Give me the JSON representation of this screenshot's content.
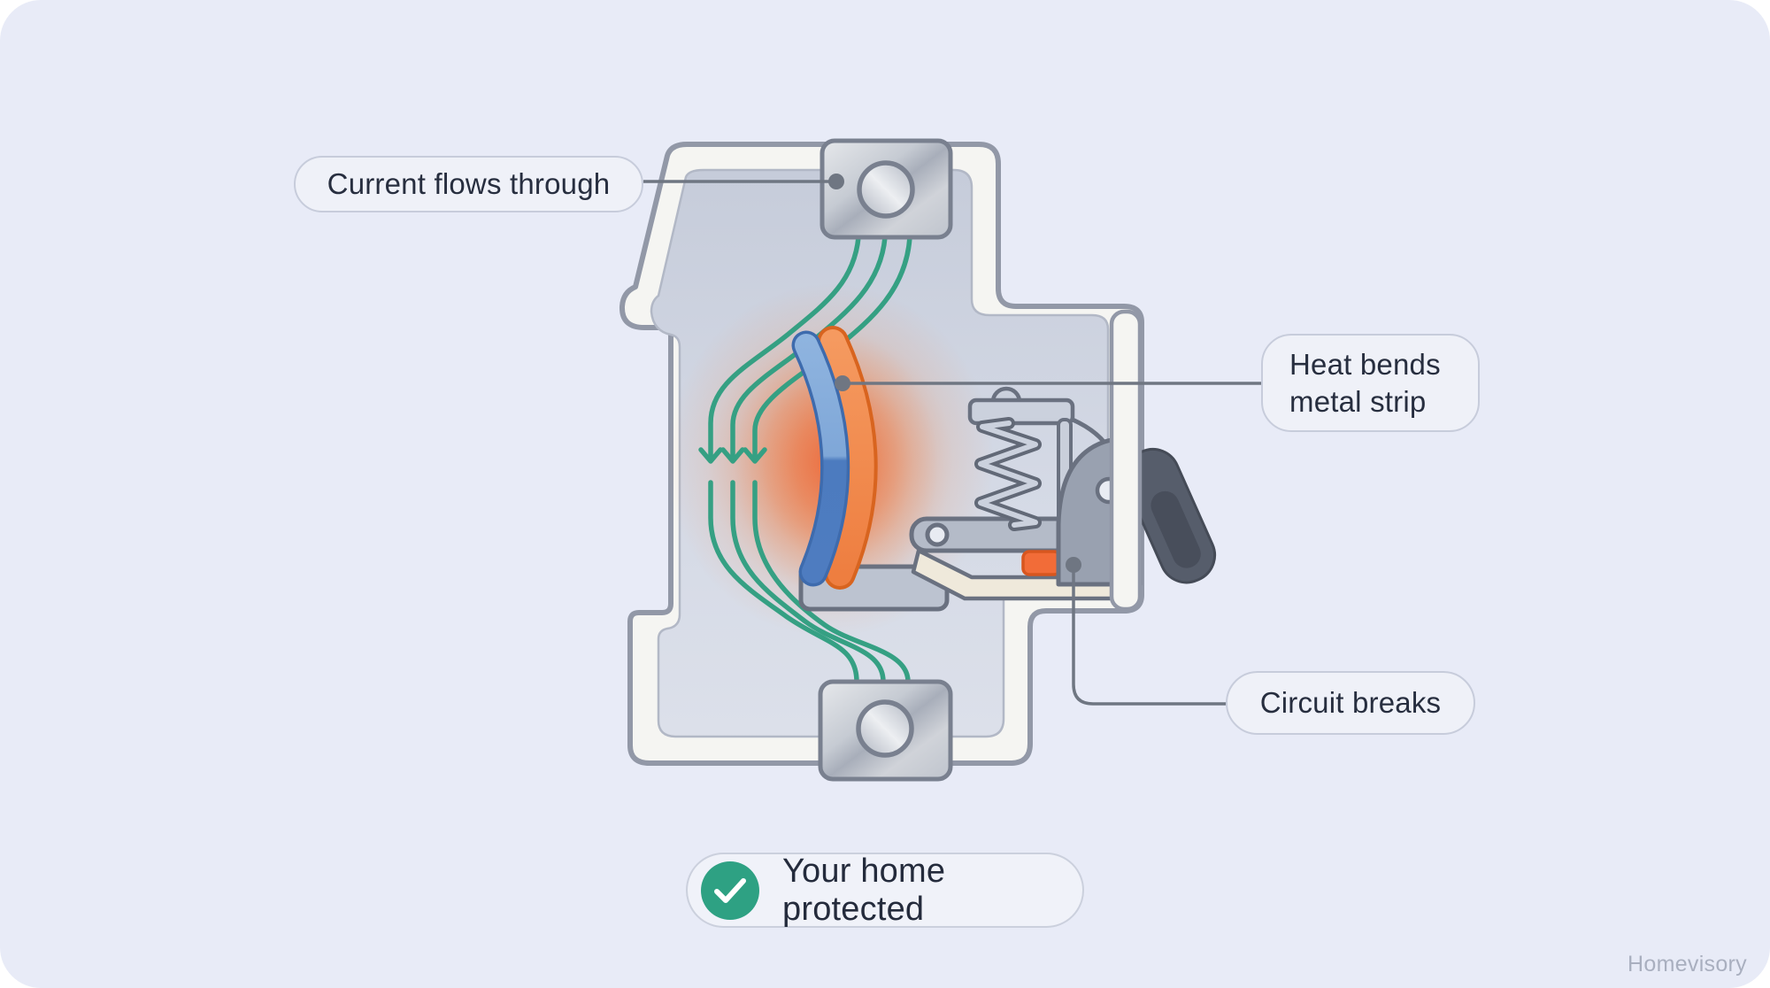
{
  "page": {
    "watermark": "Homevisory"
  },
  "diagram": {
    "type": "circuit-breaker-cutaway-illustration",
    "callouts": [
      {
        "id": "current",
        "label": "Current flows through",
        "points_to": "top-terminal"
      },
      {
        "id": "heat",
        "label": "Heat bends metal strip",
        "points_to": "bimetal-strip"
      },
      {
        "id": "break",
        "label": "Circuit breaks",
        "points_to": "contact-point"
      }
    ],
    "status_badge": {
      "icon": "checkmark",
      "label": "Your home protected"
    },
    "icons": [
      {
        "name": "check-icon",
        "glyph": "checkmark"
      }
    ],
    "colors": {
      "card_background": "#E8EBF7",
      "accent_green": "#2EA183",
      "wire_green": "#35A083",
      "heat_glow_orange": "#F26A2C",
      "strip_blue": "#4C7BBF",
      "strip_orange": "#EF8248",
      "contact_pad_orange": "#F26C38",
      "casing_white": "#F5F5F2",
      "casing_outline": "#9298A7",
      "cavity_gray": "#CED4E1",
      "metal_gray": "#B7BCC7",
      "lever_charcoal": "#565D6B",
      "leader_gray": "#6F7682",
      "label_text": "#272E3F"
    }
  }
}
